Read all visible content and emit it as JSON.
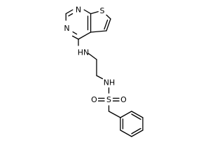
{
  "molecule": {
    "atoms": {
      "n_ring_top": "N",
      "s_thiophene": "S",
      "n_ring_left": "N",
      "nh_amine": "HN",
      "nh_sulfonamide": "NH",
      "s_sulfonyl": "S",
      "o_left": "O",
      "o_right": "O"
    },
    "colors": {
      "bond": "#000000",
      "label": "#000000",
      "background": "#ffffff"
    }
  }
}
